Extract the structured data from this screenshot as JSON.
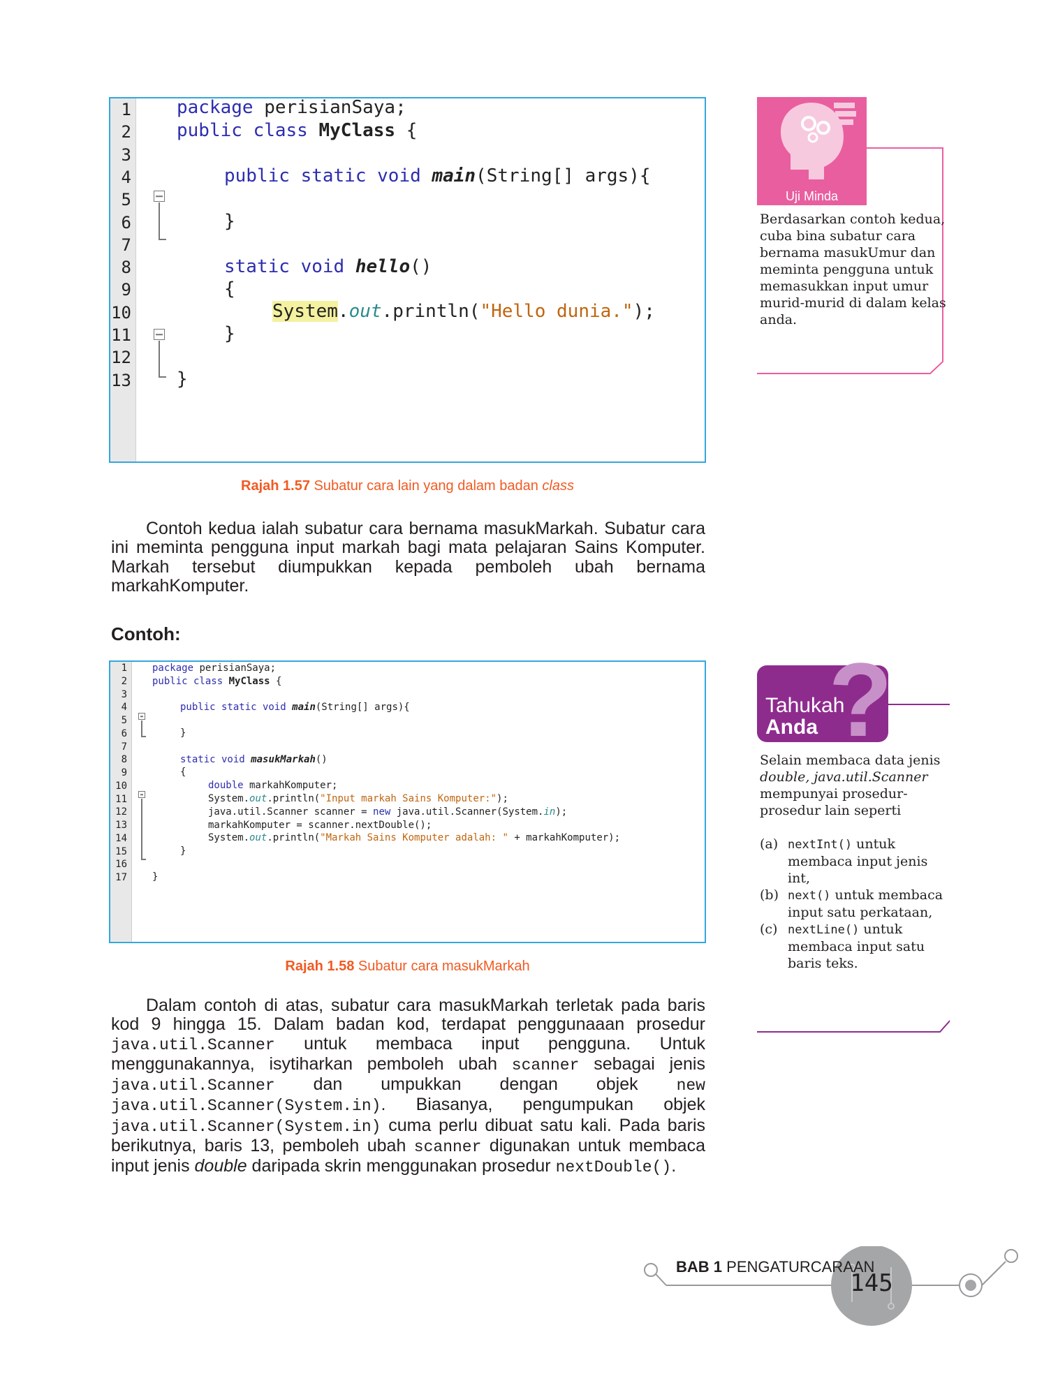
{
  "figure1": {
    "lines": [
      {
        "n": "1"
      },
      {
        "n": "2"
      },
      {
        "n": "3"
      },
      {
        "n": "4"
      },
      {
        "n": "5"
      },
      {
        "n": "6"
      },
      {
        "n": "7"
      },
      {
        "n": "8"
      },
      {
        "n": "9"
      },
      {
        "n": "10"
      },
      {
        "n": "11"
      },
      {
        "n": "12"
      },
      {
        "n": "13"
      }
    ],
    "caption_label": "Rajah 1.57",
    "caption_text": "Subatur cara lain yang dalam badan",
    "caption_italic": "class"
  },
  "paragraph1": "Contoh kedua ialah subatur cara bernama masukMarkah. Subatur cara ini meminta pengguna input markah bagi mata pelajaran Sains Komputer. Markah tersebut diumpukkan kepada pemboleh ubah bernama markahKomputer.",
  "heading_contoh": "Contoh:",
  "figure2": {
    "lines": [
      {
        "n": "1"
      },
      {
        "n": "2"
      },
      {
        "n": "3"
      },
      {
        "n": "4"
      },
      {
        "n": "5"
      },
      {
        "n": "6"
      },
      {
        "n": "7"
      },
      {
        "n": "8"
      },
      {
        "n": "9"
      },
      {
        "n": "10"
      },
      {
        "n": "11"
      },
      {
        "n": "12"
      },
      {
        "n": "13"
      },
      {
        "n": "14"
      },
      {
        "n": "15"
      },
      {
        "n": "16"
      },
      {
        "n": "17"
      }
    ],
    "caption_label": "Rajah 1.58",
    "caption_text": "Subatur cara masukMarkah"
  },
  "paragraph2": {
    "p1": "Dalam contoh di atas, subatur cara masukMarkah terletak pada baris kod 9 hingga 15. Dalam badan kod, terdapat penggunaaan prosedur ",
    "m1": "java.util.Scanner",
    "p2": " untuk membaca input pengguna. Untuk menggunakannya, isytiharkan pemboleh ubah ",
    "m2": "scanner",
    "p3": " sebagai jenis ",
    "m3": "java.util.Scanner",
    "p4": " dan umpukkan dengan objek ",
    "m4": "new java.util.Scanner(System.in)",
    "p5": ". Biasanya, pengumpukan objek ",
    "m5": "java.util.Scanner(System.in)",
    "p6": " cuma perlu dibuat satu kali. Pada baris berikutnya, baris 13, pemboleh ubah ",
    "m6": "scanner",
    "p7": " digunakan untuk membaca input jenis ",
    "i1": "double",
    "p8": " daripada skrin menggunakan prosedur ",
    "m7": "nextDouble()",
    "p9": "."
  },
  "uji_minda": {
    "label": "Uji Minda",
    "text": "Berdasarkan contoh kedua, cuba bina subatur cara bernama masukUmur dan meminta pengguna untuk memasukkan input umur murid-murid di dalam kelas anda.",
    "color": "#e95e9f"
  },
  "tahukah_anda": {
    "title1": "Tahukah",
    "title2": "Anda",
    "qmark": "?",
    "intro_a": "Selain membaca data jenis ",
    "intro_b": "double, java.util.Scanner",
    "intro_c": " mempunyai prosedur-prosedur lain seperti",
    "items": [
      {
        "mark": "(a)",
        "code": "nextInt()",
        "text": " untuk membaca input jenis int,"
      },
      {
        "mark": "(b)",
        "code": "next()",
        "text": " untuk membaca input satu perkataan,"
      },
      {
        "mark": "(c)",
        "code": "nextLine()",
        "text": " untuk membaca input satu baris teks."
      }
    ],
    "color": "#8e2c8e"
  },
  "footer": {
    "bab": "BAB 1",
    "chapter": "PENGATURCARAAN",
    "page": "145"
  }
}
